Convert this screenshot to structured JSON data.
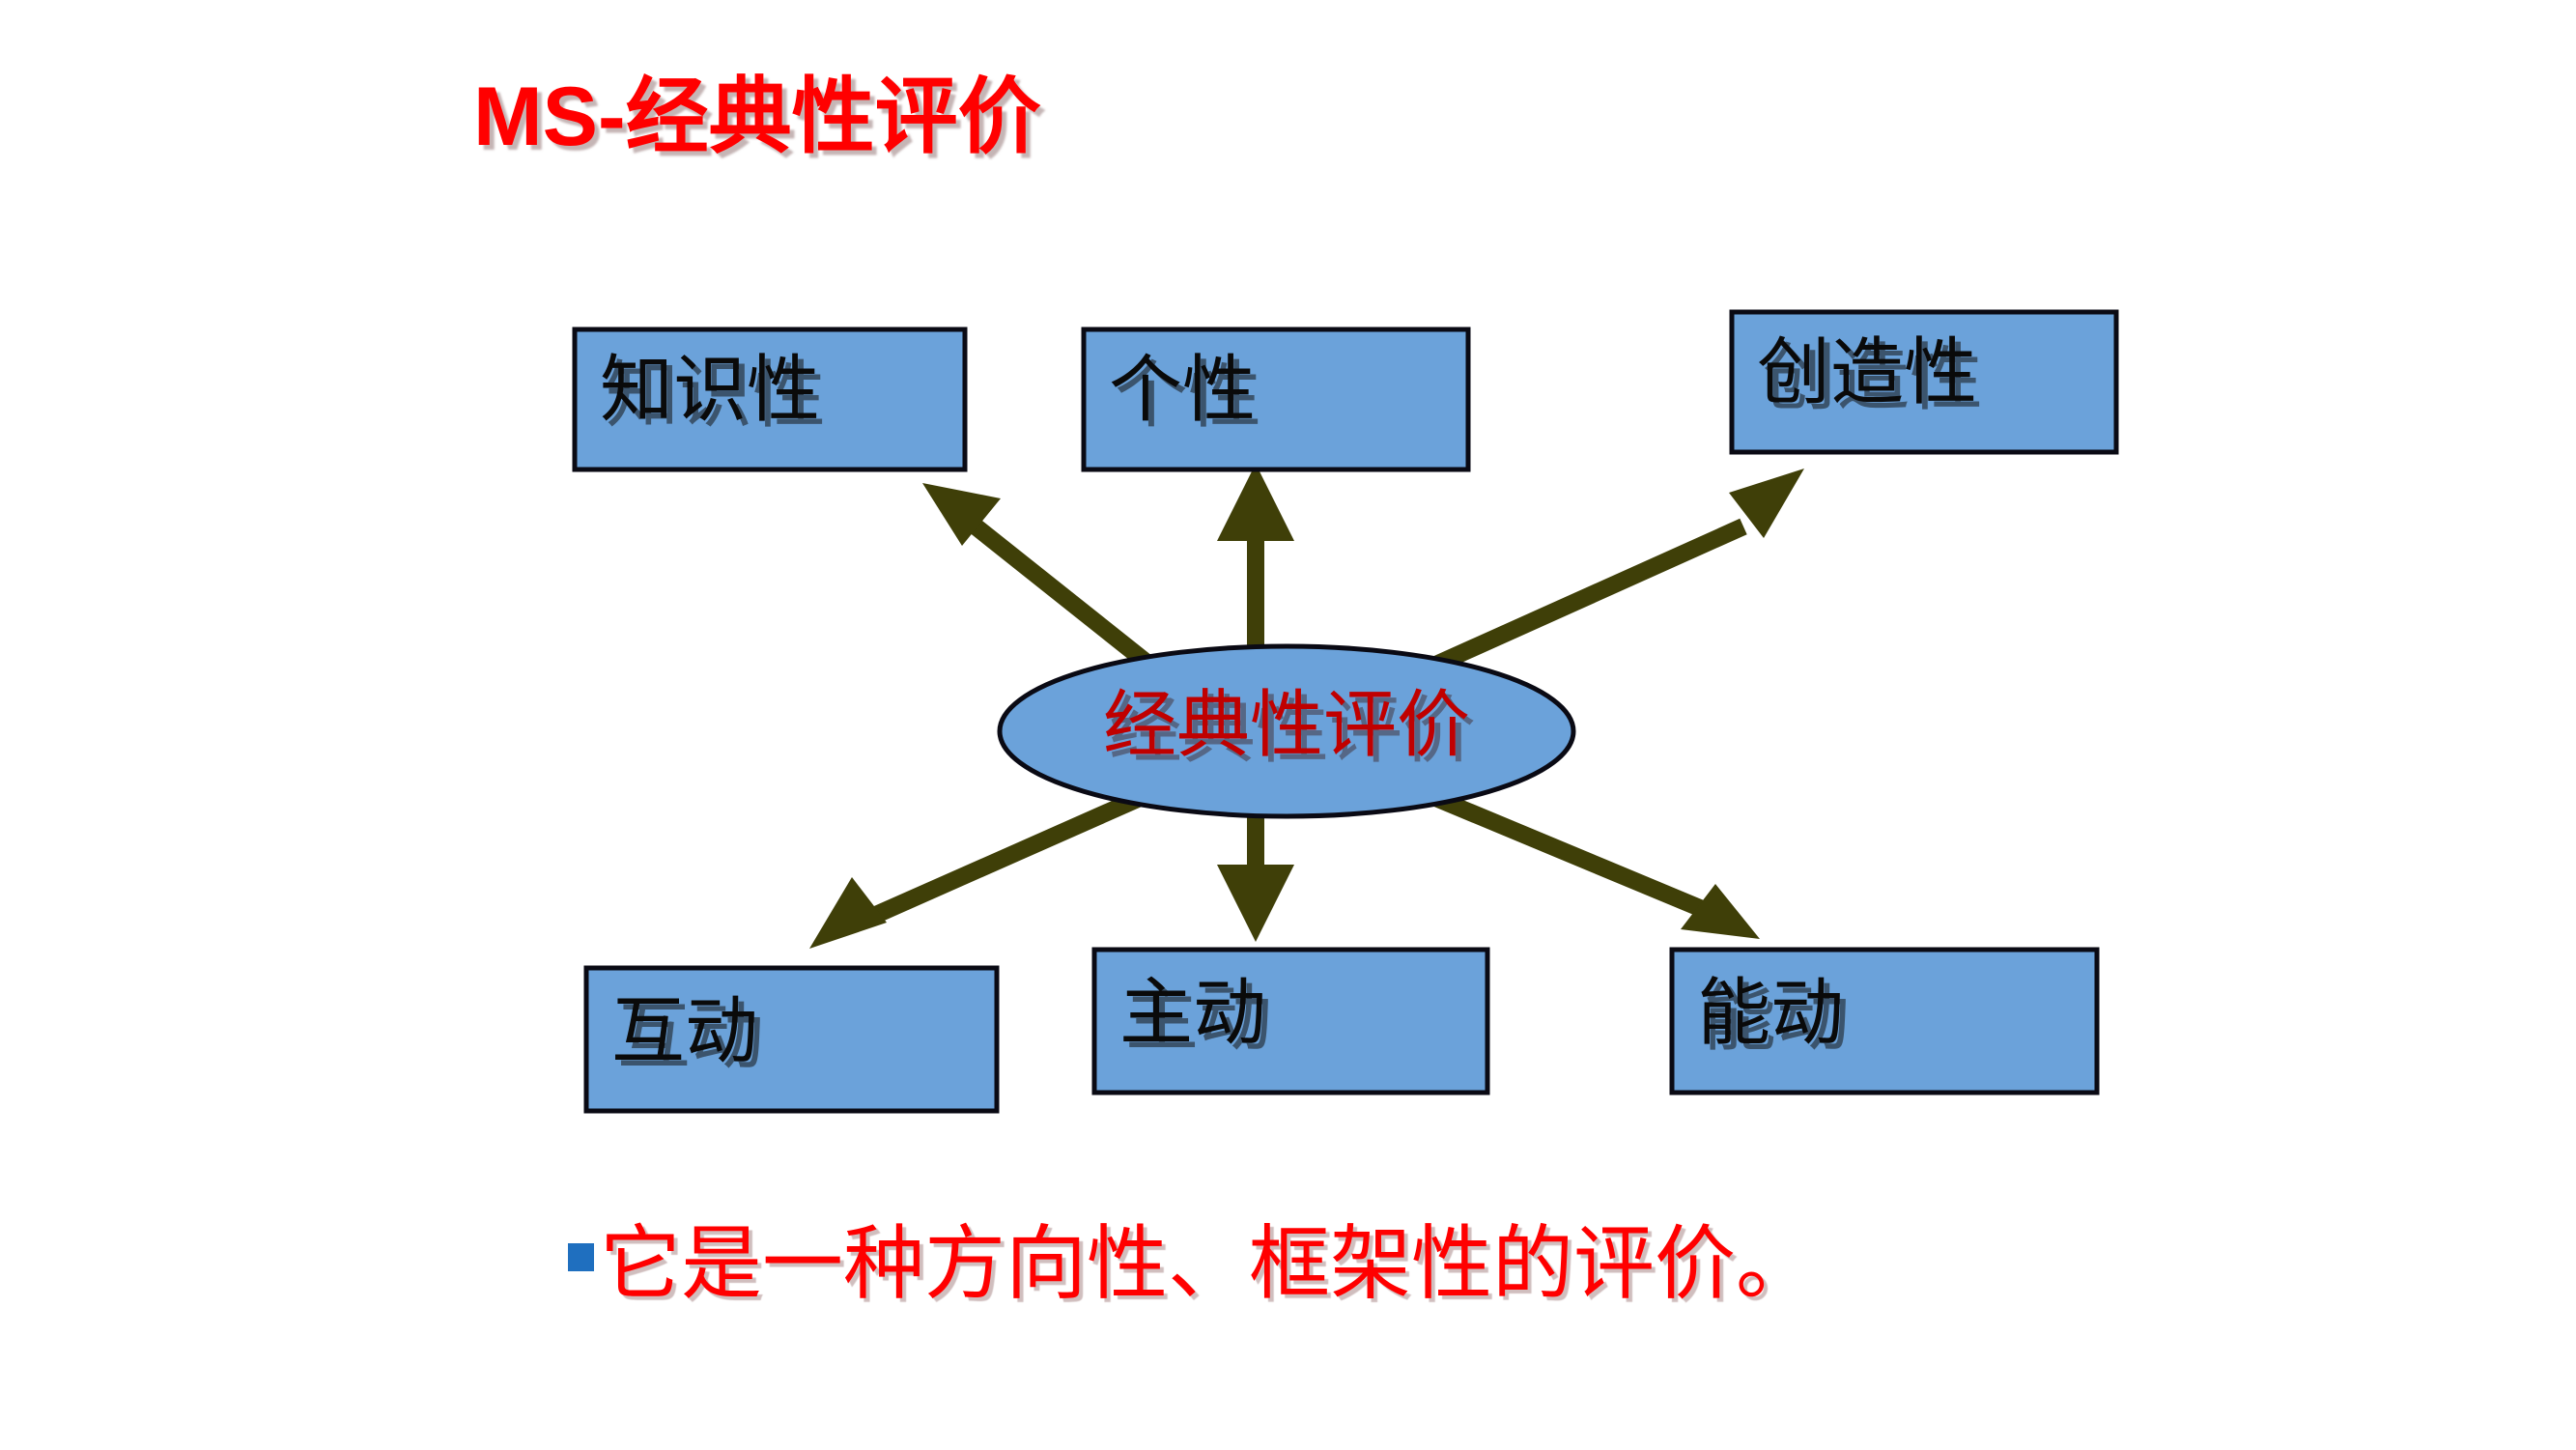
{
  "slide": {
    "title": "MS-经典性评价",
    "title_color": "#FF0000",
    "background_color": "#FFFFFF"
  },
  "diagram": {
    "type": "radial-hub-and-spoke",
    "accent_box_fill": "#6BA2DA",
    "accent_box_stroke": "#0A0A14",
    "connector_color": "#3F3F08",
    "center": {
      "label": "经典性评价",
      "shape": "ellipse",
      "text_color": "#C00000"
    },
    "nodes": [
      {
        "id": "knowledge",
        "label": "知识性",
        "position": "top-left",
        "text_color": "#0A0A0A"
      },
      {
        "id": "personality",
        "label": "个性",
        "position": "top-center",
        "text_color": "#0A0A0A"
      },
      {
        "id": "creativity",
        "label": "创造性",
        "position": "top-right",
        "text_color": "#0A0A0A"
      },
      {
        "id": "interactive",
        "label": "互动",
        "position": "bottom-left",
        "text_color": "#0A0A0A"
      },
      {
        "id": "proactive",
        "label": "主动",
        "position": "bottom-center",
        "text_color": "#0A0A0A"
      },
      {
        "id": "dynamic",
        "label": "能动",
        "position": "bottom-right",
        "text_color": "#0A0A0A"
      }
    ]
  },
  "bullet": {
    "marker_color": "#1F6FBF",
    "text": "它是一种方向性、框架性的评价。",
    "text_color": "#FF0000"
  }
}
